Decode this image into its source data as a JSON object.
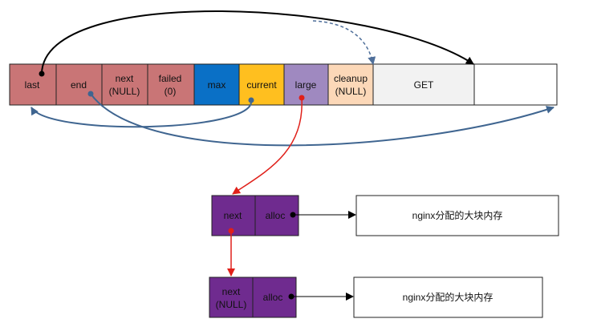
{
  "pool": {
    "cells": [
      {
        "label": "last",
        "color": "#c97576"
      },
      {
        "label": "end",
        "color": "#c97576"
      },
      {
        "label_line1": "next",
        "label_line2": "(NULL)",
        "color": "#c97576"
      },
      {
        "label_line1": "failed",
        "label_line2": "(0)",
        "color": "#c97576"
      },
      {
        "label": "max",
        "color": "#0a70c6"
      },
      {
        "label": "current",
        "color": "#ffbf1f"
      },
      {
        "label": "large",
        "color": "#9f89c0"
      },
      {
        "label_line1": "cleanup",
        "label_line2": "(NULL)",
        "color": "#fcd8b8"
      },
      {
        "label": "GET",
        "color": "#f2f2f2"
      },
      {
        "label": "",
        "color": "#ffffff"
      }
    ]
  },
  "large_nodes": [
    {
      "next_label": "next",
      "alloc_label": "alloc",
      "memory_label": "nginx分配的大块内存",
      "color": "#6f2b8f"
    },
    {
      "next_label_line1": "next",
      "next_label_line2": "(NULL)",
      "alloc_label": "alloc",
      "memory_label": "nginx分配的大块内存",
      "color": "#6f2b8f"
    }
  ],
  "arrow_colors": {
    "black": "#000000",
    "blue": "#3f6590",
    "red": "#e0201a",
    "dashed_blue": "#4f6f9a"
  }
}
